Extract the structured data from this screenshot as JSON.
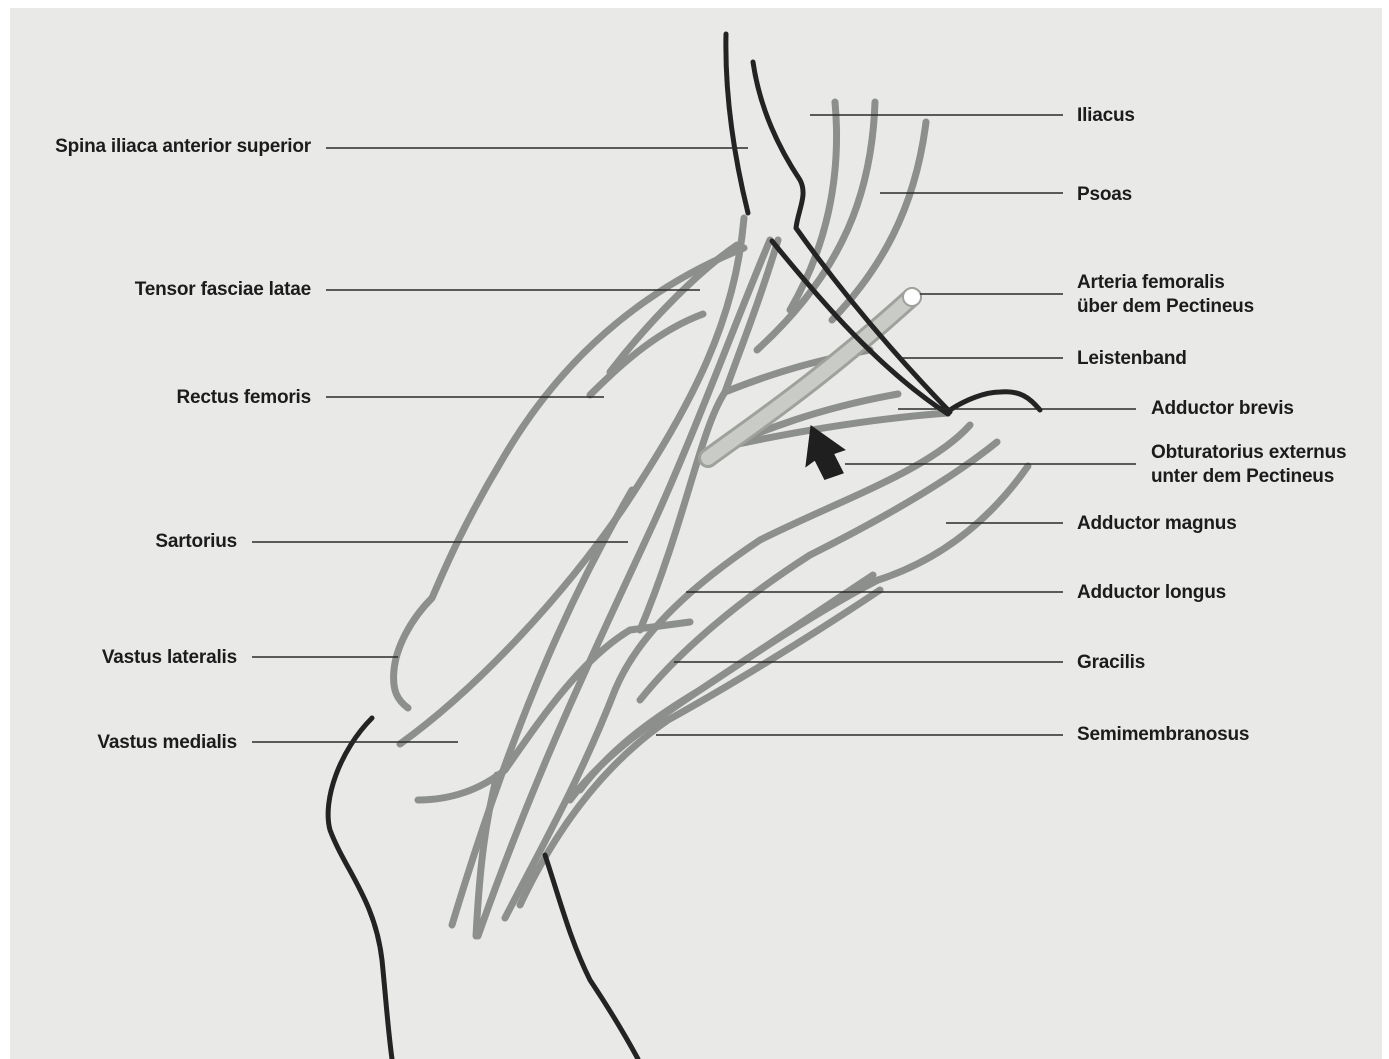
{
  "colors": {
    "paper": "#e9eae8",
    "muscle_stroke": "#8d8f8d",
    "outline_stroke": "#232323",
    "leader_line": "#2a2a2a",
    "artery_fill": "#c9ccc6",
    "label_text": "#1c1c1c"
  },
  "labels": {
    "spina": "Spina iliaca anterior superior",
    "tensor": "Tensor fasciae latae",
    "rectus": "Rectus femoris",
    "sartorius": "Sartorius",
    "vastus_lateralis": "Vastus lateralis",
    "vastus_medialis": "Vastus medialis",
    "iliacus": "Iliacus",
    "psoas": "Psoas",
    "arteria_line1": "Arteria femoralis",
    "arteria_line2": "über dem Pectineus",
    "leistenband": "Leistenband",
    "adductor_brevis": "Adductor brevis",
    "obturatorius_line1": "Obturatorius externus",
    "obturatorius_line2": "unter dem Pectineus",
    "adductor_magnus": "Adductor magnus",
    "adductor_longus": "Adductor longus",
    "gracilis": "Gracilis",
    "semimembranosus": "Semimembranosus"
  },
  "icons": {
    "pointer": "arrow-icon"
  }
}
